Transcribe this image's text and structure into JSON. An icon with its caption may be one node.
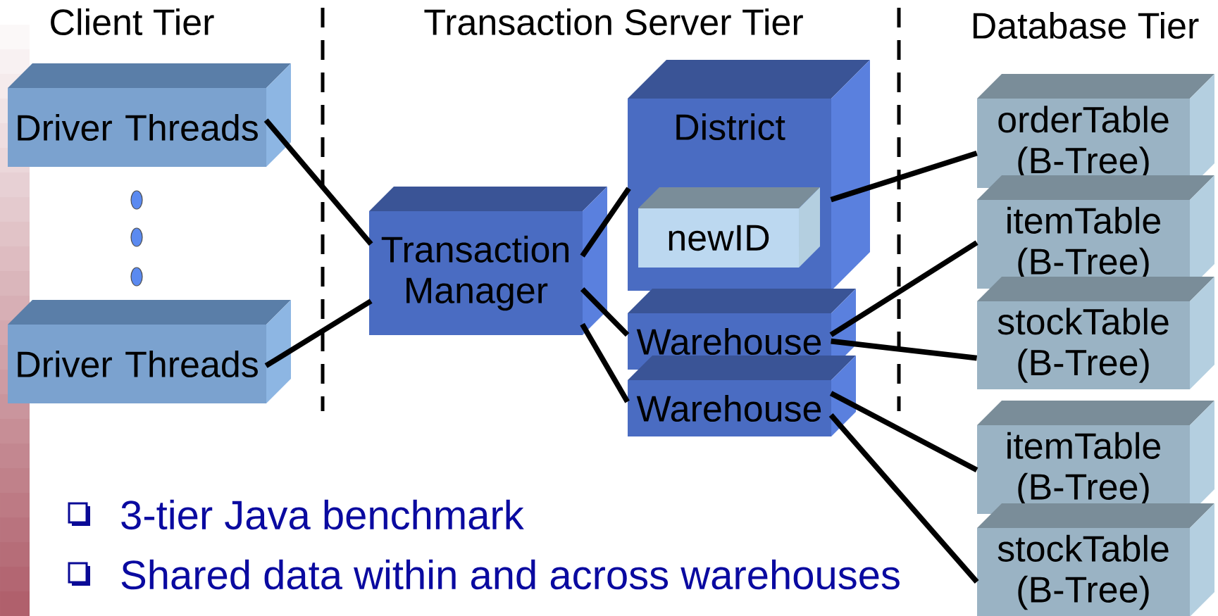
{
  "diagram": {
    "nodes": [
      {
        "text": [
          "Driver Threads"
        ]
      },
      {
        "text": [
          "Driver Threads"
        ]
      },
      {
        "text": [
          "Transaction Manager"
        ]
      },
      {
        "text": [
          "District"
        ]
      },
      {
        "text": [
          "newID"
        ],
        "in": 3
      },
      {
        "text": [
          "Warehouse"
        ]
      },
      {
        "text": [
          "Warehouse"
        ]
      },
      {
        "text": [
          "orderTable (B-Tree)"
        ]
      },
      {
        "text": [
          "itemTable (B-Tree)"
        ]
      },
      {
        "text": [
          "stockTable (B-Tree)"
        ]
      },
      {
        "text": [
          "itemTable (B-Tree)"
        ]
      },
      {
        "text": [
          "stockTable (B-Tree)"
        ]
      }
    ],
    "edges": [
      {
        "from": 0,
        "to": 2,
        "arrow": "none"
      },
      {
        "from": 1,
        "to": 2,
        "arrow": "none"
      },
      {
        "from": 2,
        "to": 3,
        "arrow": "none"
      },
      {
        "from": 2,
        "to": 5,
        "arrow": "none"
      },
      {
        "from": 2,
        "to": 6,
        "arrow": "none"
      },
      {
        "from": 3,
        "to": 7,
        "arrow": "none"
      },
      {
        "from": 5,
        "to": 8,
        "arrow": "none"
      },
      {
        "from": 5,
        "to": 9,
        "arrow": "none"
      },
      {
        "from": 6,
        "to": 10,
        "arrow": "none"
      },
      {
        "from": 6,
        "to": 11,
        "arrow": "none"
      }
    ],
    "labels": [
      "Client Tier",
      "Transaction Server Tier",
      "Database Tier",
      "3-tier Java benchmark",
      "Shared data within and across warehouses"
    ]
  }
}
